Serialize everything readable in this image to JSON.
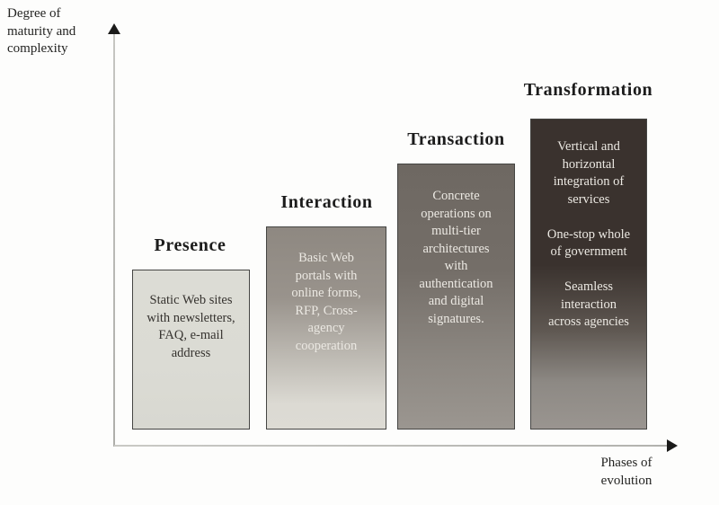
{
  "axes": {
    "y_label": "Degree of\nmaturity and\ncomplexity",
    "x_label": "Phases of\nevolution"
  },
  "colors": {
    "background": "#fdfdfc",
    "axis_line": "#b9b9b5",
    "axis_arrow": "#1b1b1a",
    "box_border": "#454543",
    "title_text": "#1c1c1c",
    "label_text": "#242422"
  },
  "stages": [
    {
      "id": "presence",
      "title": "Presence",
      "body": "Static Web sites\nwith newsletters,\nFAQ, e-mail\naddress",
      "text_color": "#36332f",
      "fill_stops": [
        {
          "color": "#dcdcd5",
          "at": 0
        },
        {
          "color": "#dbdbd4",
          "at": 0.6
        },
        {
          "color": "#d8d8d1",
          "at": 1
        }
      ]
    },
    {
      "id": "interaction",
      "title": "Interaction",
      "body": "Basic Web\nportals with\nonline forms,\nRFP, Cross-\nagency\ncooperation",
      "text_color": "#ebe8e2",
      "fill_stops": [
        {
          "color": "#8e8881",
          "at": 0
        },
        {
          "color": "#99938c",
          "at": 0.35
        },
        {
          "color": "#c7c4bd",
          "at": 0.72
        },
        {
          "color": "#dcdad3",
          "at": 0.88
        },
        {
          "color": "#dddbd4",
          "at": 1
        }
      ]
    },
    {
      "id": "transaction",
      "title": "Transaction",
      "body": "Concrete\noperations on\nmulti-tier\narchitectures\nwith\nauthentication\nand digital\nsignatures.",
      "text_color": "#ece9e3",
      "fill_stops": [
        {
          "color": "#6e6862",
          "at": 0
        },
        {
          "color": "#746e68",
          "at": 0.4
        },
        {
          "color": "#8d8882",
          "at": 0.75
        },
        {
          "color": "#9b9690",
          "at": 1
        }
      ]
    },
    {
      "id": "transformation",
      "title": "Transformation",
      "body": "Vertical and\nhorizontal\nintegration of\nservices\n\nOne-stop whole\nof government\n\nSeamless\ninteraction\nacross agencies",
      "text_color": "#ece9e3",
      "fill_stops": [
        {
          "color": "#3a322e",
          "at": 0
        },
        {
          "color": "#3a322e",
          "at": 0.47
        },
        {
          "color": "#5e5751",
          "at": 0.68
        },
        {
          "color": "#8d8984",
          "at": 0.85
        },
        {
          "color": "#9a9590",
          "at": 1
        }
      ]
    }
  ]
}
